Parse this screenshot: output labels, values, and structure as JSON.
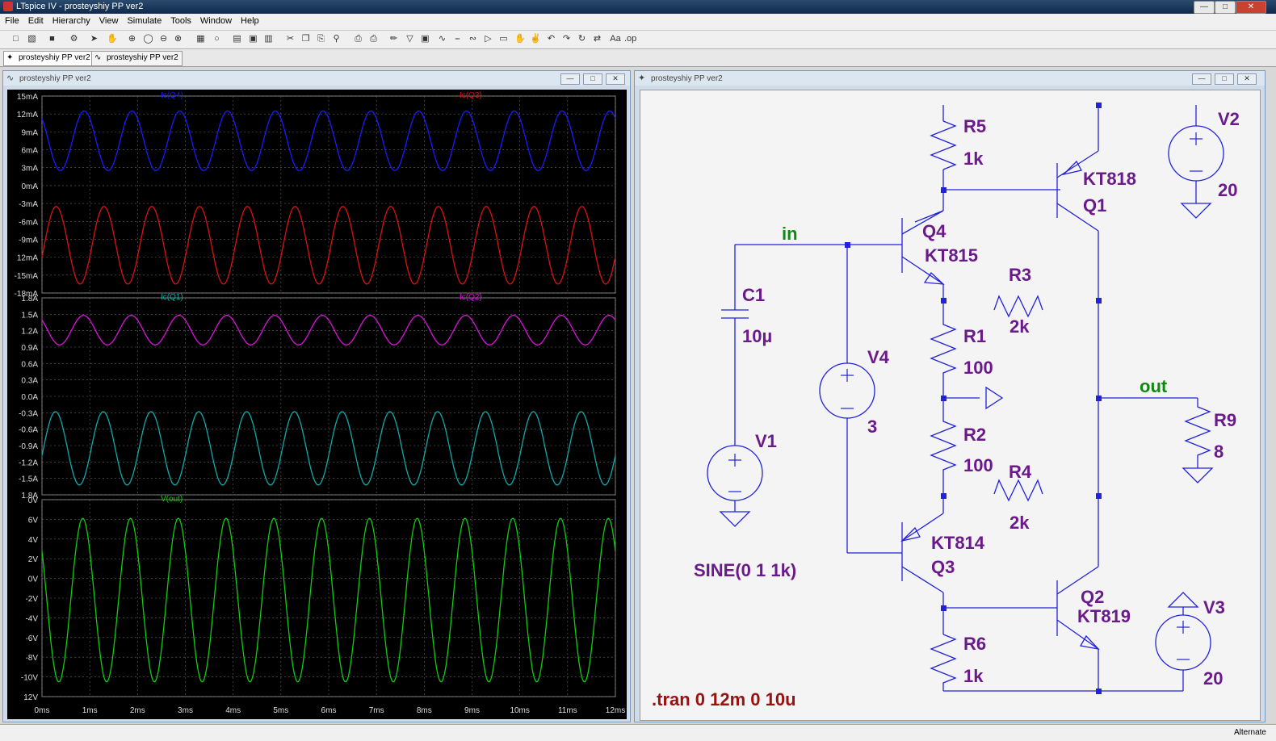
{
  "window": {
    "title": "LTspice IV - prosteyshiy PP ver2"
  },
  "menu": [
    "File",
    "Edit",
    "Hierarchy",
    "View",
    "Simulate",
    "Tools",
    "Window",
    "Help"
  ],
  "tabs": [
    {
      "label": "prosteyshiy PP ver2",
      "icon": "schematic-icon"
    },
    {
      "label": "prosteyshiy PP ver2",
      "icon": "waveform-icon"
    }
  ],
  "plot_window": {
    "title": "prosteyshiy PP ver2"
  },
  "schematic_window": {
    "title": "prosteyshiy PP ver2"
  },
  "colors": {
    "blue": "#1a1aff",
    "red": "#dd1111",
    "cyan": "#11aaaa",
    "magenta": "#dd11dd",
    "green": "#11cc11",
    "wire": "#2222dd",
    "label": "#6a1a8a",
    "net": "#118811",
    "directive": "#991111"
  },
  "chart_data": [
    {
      "type": "line",
      "series": [
        {
          "name": "Ic(Q4)",
          "color": "#1a1aff"
        },
        {
          "name": "Ic(Q3)",
          "color": "#dd1111"
        }
      ],
      "ytick_labels": [
        "15mA",
        "12mA",
        "9mA",
        "6mA",
        "3mA",
        "0mA",
        "-3mA",
        "-6mA",
        "-9mA",
        "12mA",
        "-15mA",
        "-18mA"
      ],
      "ylim": [
        -18,
        15
      ],
      "yunit": "mA"
    },
    {
      "type": "line",
      "series": [
        {
          "name": "Ic(Q1)",
          "color": "#11aaaa"
        },
        {
          "name": "Ic(Q2)",
          "color": "#dd11dd"
        }
      ],
      "ytick_labels": [
        "1.8A",
        "1.5A",
        "1.2A",
        "0.9A",
        "0.6A",
        "0.3A",
        "0.0A",
        "-0.3A",
        "-0.6A",
        "-0.9A",
        "-1.2A",
        "-1.5A",
        "1.8A"
      ],
      "ylim": [
        -1.8,
        1.8
      ],
      "yunit": "A"
    },
    {
      "type": "line",
      "series": [
        {
          "name": "V(out)",
          "color": "#11cc11"
        }
      ],
      "ytick_labels": [
        "0V",
        "6V",
        "4V",
        "2V",
        "0V",
        "-2V",
        "-4V",
        "-6V",
        "-8V",
        "-10V",
        "12V"
      ],
      "ylim": [
        -12,
        8
      ],
      "yunit": "V",
      "xtick_labels": [
        "0ms",
        "1ms",
        "2ms",
        "3ms",
        "4ms",
        "5ms",
        "6ms",
        "7ms",
        "8ms",
        "9ms",
        "10ms",
        "11ms",
        "12ms"
      ],
      "xlim": [
        0,
        12
      ],
      "xunit": "ms"
    }
  ],
  "schematic": {
    "components": {
      "R5": {
        "name": "R5",
        "value": "1k"
      },
      "R6": {
        "name": "R6",
        "value": "1k"
      },
      "R1": {
        "name": "R1",
        "value": "100"
      },
      "R2": {
        "name": "R2",
        "value": "100"
      },
      "R3": {
        "name": "R3",
        "value": "2k"
      },
      "R4": {
        "name": "R4",
        "value": "2k"
      },
      "R9": {
        "name": "R9",
        "value": "8"
      },
      "C1": {
        "name": "C1",
        "value": "10µ"
      },
      "Q1": {
        "name": "Q1",
        "model": "KT818"
      },
      "Q2": {
        "name": "Q2",
        "model": "KT819"
      },
      "Q3": {
        "name": "Q3",
        "model": "KT814"
      },
      "Q4": {
        "name": "Q4",
        "model": "KT815"
      },
      "V1": {
        "name": "V1",
        "value": "SINE(0 1 1k)"
      },
      "V2": {
        "name": "V2",
        "value": "20"
      },
      "V3": {
        "name": "V3",
        "value": "20"
      },
      "V4": {
        "name": "V4",
        "value": "3"
      }
    },
    "nets": {
      "in": "in",
      "out": "out"
    },
    "directive": ".tran 0 12m 0 10u"
  },
  "status": {
    "text": "Alternate"
  }
}
